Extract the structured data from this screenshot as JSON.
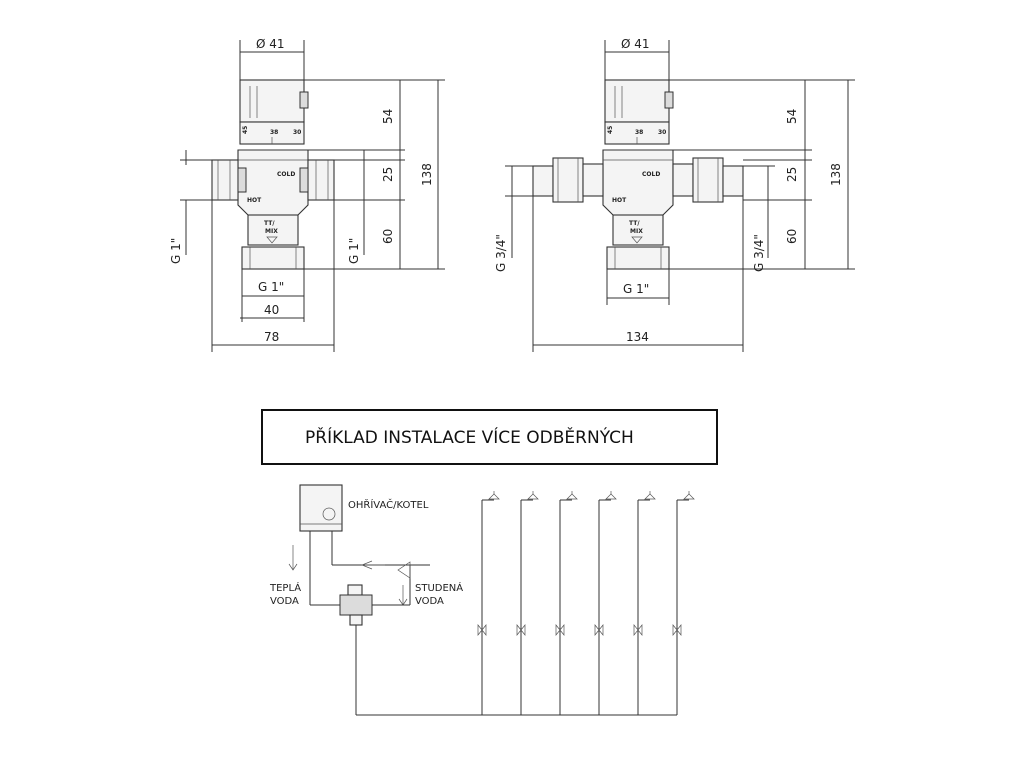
{
  "drawing_left": {
    "dim_top": "Ø 41",
    "dim_h_top": "54",
    "dim_h_mid": "25",
    "dim_h_total": "138",
    "dim_h_bottom": "60",
    "thread_left": "G 1\"",
    "thread_right": "G 1\"",
    "thread_bottom": "G 1\"",
    "dim_width_inner": "40",
    "dim_width_outer": "78",
    "label_cold": "COLD",
    "label_hot": "HOT",
    "label_mix_top": "TT/",
    "label_mix": "MIX",
    "scale": [
      "45",
      "38",
      "30"
    ]
  },
  "drawing_right": {
    "dim_top": "Ø 41",
    "dim_h_top": "54",
    "dim_h_mid": "25",
    "dim_h_total": "138",
    "dim_h_bottom": "60",
    "thread_left": "G 3/4\"",
    "thread_right": "G 3/4\"",
    "thread_bottom": "G 1\"",
    "dim_width_outer": "134",
    "label_cold": "COLD",
    "label_hot": "HOT",
    "label_mix_top": "TT/",
    "label_mix": "MIX",
    "scale": [
      "45",
      "38",
      "30"
    ]
  },
  "installation": {
    "title": "PŘÍKLAD INSTALACE VÍCE ODBĚRNÝCH",
    "heater_label": "OHŘÍVAČ/KOTEL",
    "hot_water_line1": "TEPLÁ",
    "hot_water_line2": "VODA",
    "cold_water_line1": "STUDENÁ",
    "cold_water_line2": "VODA",
    "outlet_count": 6
  }
}
